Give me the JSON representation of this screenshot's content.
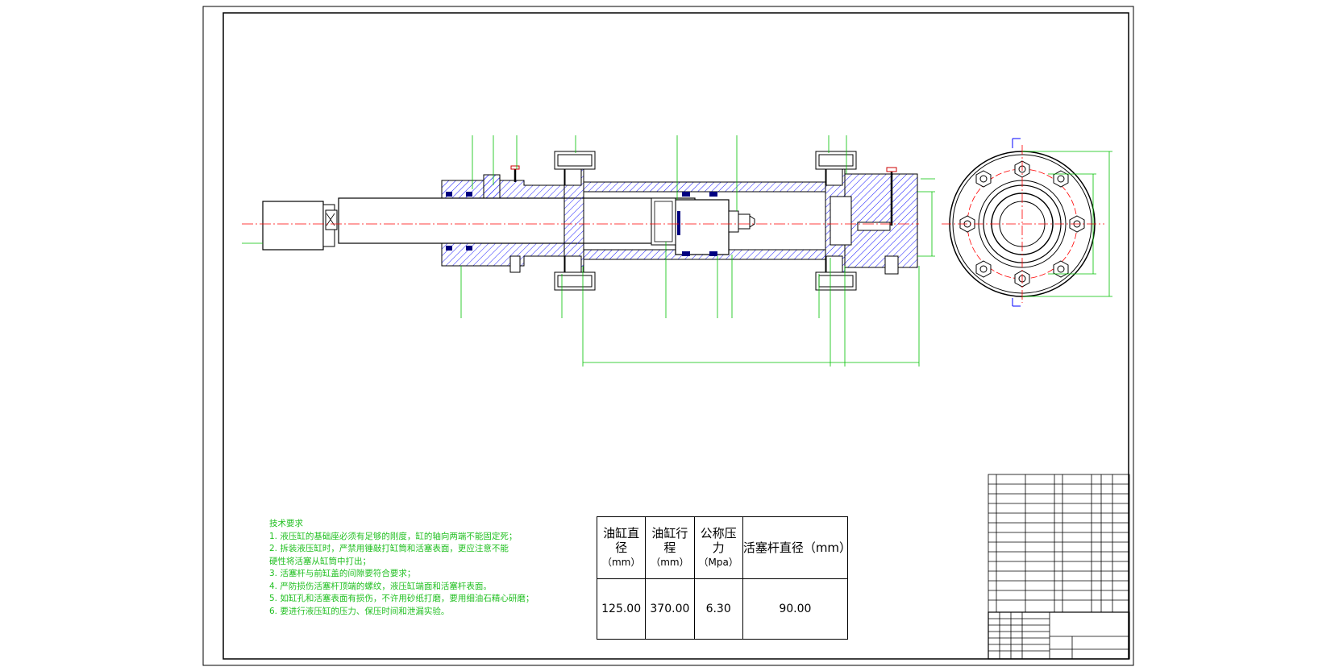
{
  "tech_requirements": {
    "title": "技术要求",
    "items": [
      "1. 液压缸的基础座必须有足够的刚度，缸的轴向两端不能固定死；",
      "2. 拆装液压缸时，严禁用锤敲打缸筒和活塞表面，更应注意不能",
      "硬性将活塞从缸筒中打出；",
      "3. 活塞杆与前缸盖的间隙要符合要求；",
      "4. 严防损伤活塞杆顶端的螺纹，液压缸端面和活塞杆表面。",
      "5. 如缸孔和活塞表面有损伤，不许用砂纸打磨，要用细油石精心研磨；",
      "6. 要进行液压缸的压力、保压时间和泄漏实验。"
    ]
  },
  "spec_table": {
    "headers": [
      {
        "name": "油缸直径",
        "unit": "（mm）"
      },
      {
        "name": "油缸行程",
        "unit": "（mm）"
      },
      {
        "name": "公称压力",
        "unit": "（Mpa）"
      },
      {
        "name": "活塞杆直径（mm）",
        "unit": ""
      }
    ],
    "values": [
      "125.00",
      "370.00",
      "6.30",
      "90.00"
    ]
  },
  "colors": {
    "outline": "#000000",
    "hatch": "#0000ff",
    "leader": "#00c000",
    "centerline": "#ff0000",
    "dimension": "#00c000",
    "seal": "#000080"
  }
}
